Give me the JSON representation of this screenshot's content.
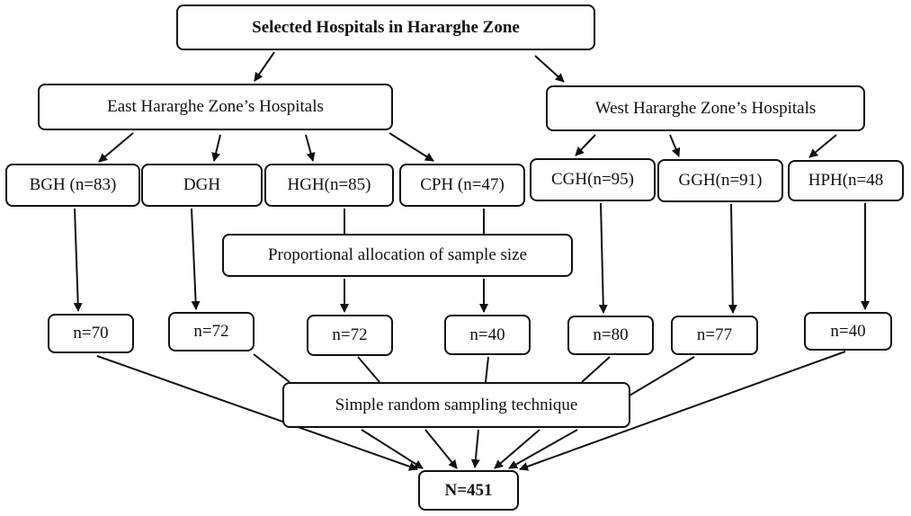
{
  "title": "Selected Hospitals in Hararghe Zone",
  "east_zone": "East Hararghe Zone’s Hospitals",
  "west_zone": "West Hararghe Zone’s Hospitals",
  "hospitals": [
    {
      "label": "BGH (n=83)",
      "sample": "n=70"
    },
    {
      "label": "DGH",
      "sample": "n=72"
    },
    {
      "label": "HGH(n=85)",
      "sample": "n=72"
    },
    {
      "label": "CPH (n=47)",
      "sample": "n=40"
    },
    {
      "label": "CGH(n=95)",
      "sample": "n=80"
    },
    {
      "label": "GGH(n=91)",
      "sample": "n=77"
    },
    {
      "label": "HPH(n=48",
      "sample": "n=40"
    }
  ],
  "allocation": "Proportional allocation of sample size",
  "sampling": "Simple random sampling technique",
  "total": "N=451"
}
